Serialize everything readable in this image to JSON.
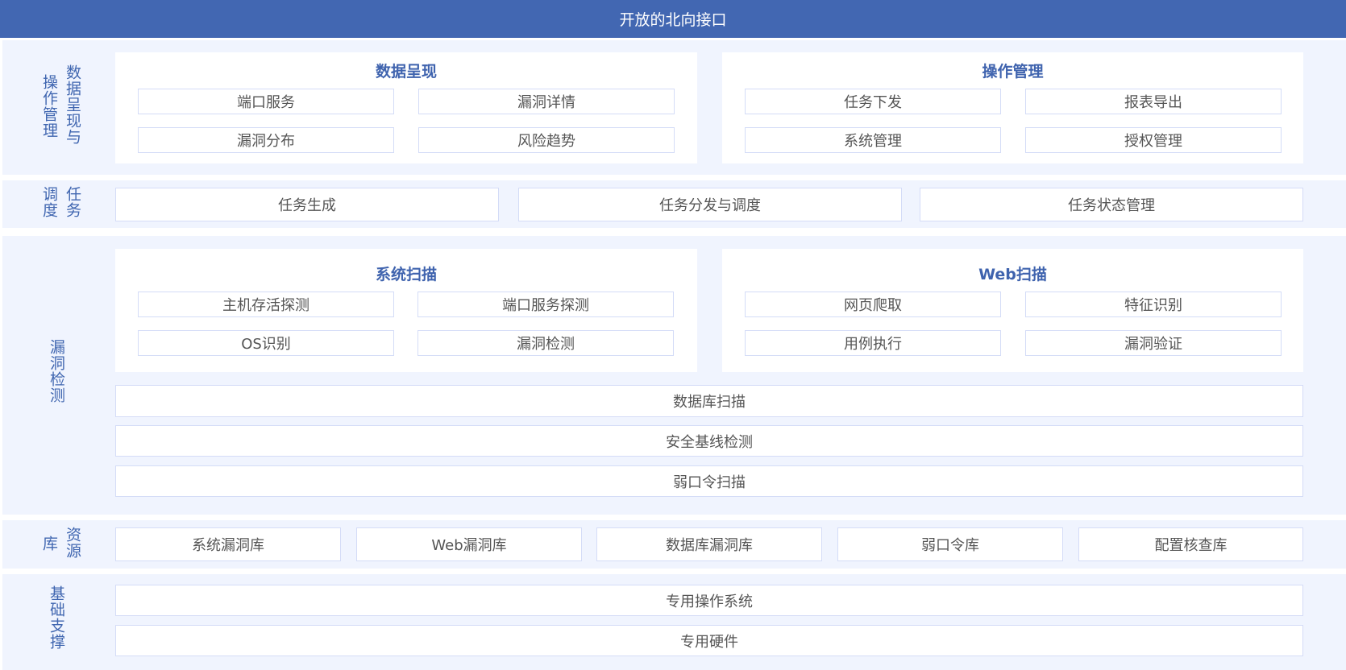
{
  "header": {
    "title": "开放的北向接口"
  },
  "layer1": {
    "label_a": "数据呈现与",
    "label_b": "操作管理",
    "panels": [
      {
        "title": "数据呈现",
        "items": [
          "端口服务",
          "漏洞详情",
          "漏洞分布",
          "风险趋势"
        ]
      },
      {
        "title": "操作管理",
        "items": [
          "任务下发",
          "报表导出",
          "系统管理",
          "授权管理"
        ]
      }
    ]
  },
  "layer2": {
    "label_a": "任务",
    "label_b": "调度",
    "items": [
      "任务生成",
      "任务分发与调度",
      "任务状态管理"
    ]
  },
  "layer3": {
    "label": "漏洞检测",
    "panels": [
      {
        "title": "系统扫描",
        "items": [
          "主机存活探测",
          "端口服务探测",
          "OS识别",
          "漏洞检测"
        ]
      },
      {
        "title": "Web扫描",
        "items": [
          "网页爬取",
          "特征识别",
          "用例执行",
          "漏洞验证"
        ]
      }
    ],
    "rows": [
      "数据库扫描",
      "安全基线检测",
      "弱口令扫描"
    ]
  },
  "layer4": {
    "label_a": "资源",
    "label_b": "库",
    "items": [
      "系统漏洞库",
      "Web漏洞库",
      "数据库漏洞库",
      "弱口令库",
      "配置核查库"
    ]
  },
  "layer5": {
    "label": "基础支撑",
    "rows": [
      "专用操作系统",
      "专用硬件"
    ]
  }
}
